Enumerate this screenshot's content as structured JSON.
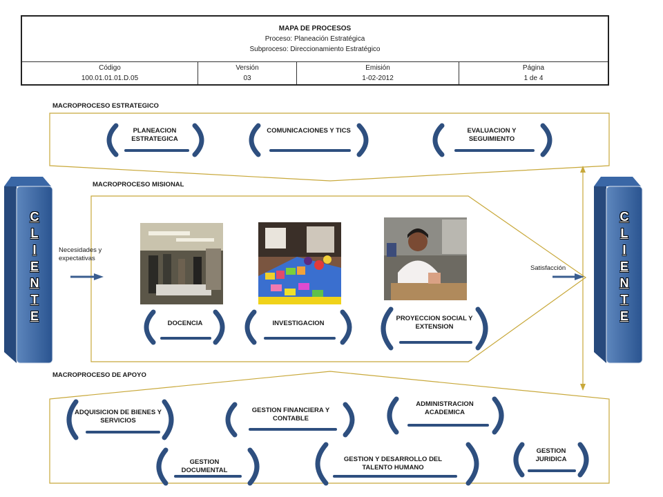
{
  "header": {
    "title": "MAPA DE PROCESOS",
    "proceso": "Proceso: Planeación Estratégica",
    "subproceso": "Subproceso: Direccionamiento Estratégico",
    "codigo_label": "Código",
    "codigo_value": "100.01.01.01.D.05",
    "version_label": "Versión",
    "version_value": "03",
    "emision_label": "Emisión",
    "emision_value": "1-02-2012",
    "pagina_label": "Página",
    "pagina_value": "1 de 4"
  },
  "sections": {
    "estrategico": "MACROPROCESO ESTRATEGICO",
    "misional": "MACROPROCESO MISIONAL",
    "apoyo": "MACROPROCESO DE APOYO"
  },
  "estrategico": {
    "planeacion": "PLANEACION ESTRATEGICA",
    "comunicaciones": "COMUNICACIONES Y TICS",
    "evaluacion": "EVALUACION Y SEGUIMIENTO"
  },
  "misional": {
    "docencia": "DOCENCIA",
    "investigacion": "INVESTIGACION",
    "proyeccion": "PROYECCION SOCIAL Y EXTENSION"
  },
  "apoyo": {
    "adquisicion": "ADQUISICION DE BIENES Y SERVICIOS",
    "financiera": "GESTION FINANCIERA Y CONTABLE",
    "academica": "ADMINISTRACION ACADEMICA",
    "documental": "GESTION DOCUMENTAL",
    "talento": "GESTION Y DESARROLLO DEL TALENTO HUMANO",
    "juridica": "GESTION JURIDICA"
  },
  "flow": {
    "input": "Necesidades y expectativas",
    "output": "Satisfacción"
  },
  "cliente": {
    "left": [
      "C",
      "L",
      "I",
      "E",
      "N",
      "T",
      "E"
    ],
    "right": [
      "C",
      "L",
      "I",
      "E",
      "N",
      "T",
      "E"
    ]
  },
  "colors": {
    "border_olive": "#c8a83a",
    "navy": "#2e4f7f",
    "cliente_blue": "#2e5b95"
  }
}
